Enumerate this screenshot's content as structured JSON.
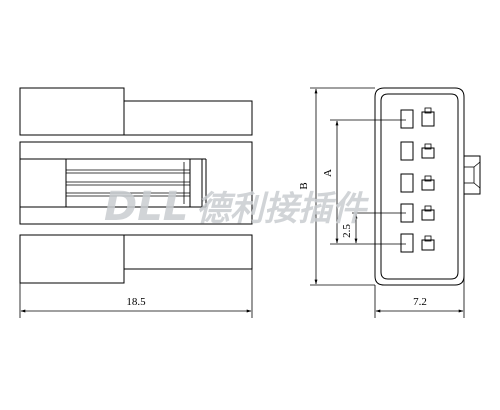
{
  "drawing": {
    "watermark_latin": "DLL",
    "watermark_cjk": "德利接插件",
    "dimensions": {
      "overall_length": "18.5",
      "side_width": "7.2",
      "dim_a": "A",
      "dim_b": "B",
      "pitch": "2.5"
    },
    "pin_count": 5
  }
}
